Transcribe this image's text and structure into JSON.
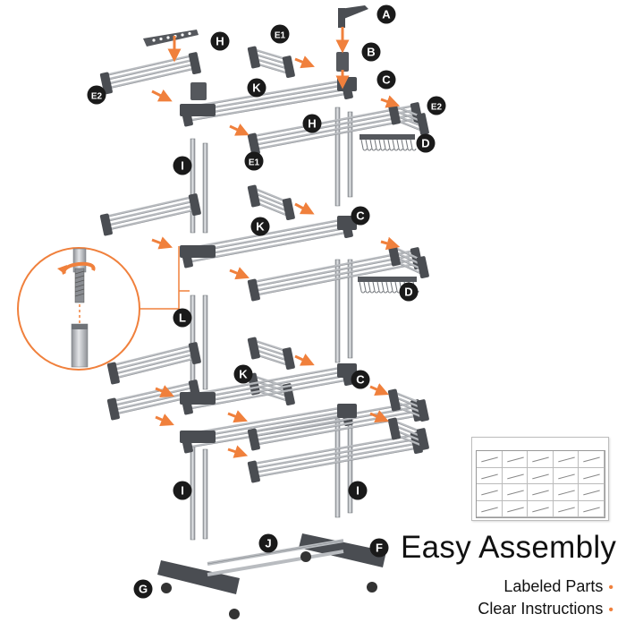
{
  "labels": {
    "A": "A",
    "B": "B",
    "C": "C",
    "D": "D",
    "E1": "E1",
    "E2": "E2",
    "F": "F",
    "G": "G",
    "H": "H",
    "I": "I",
    "J": "J",
    "K": "K",
    "L": "L"
  },
  "headline": "Easy Assembly",
  "features": [
    "Labeled Parts",
    "Clear Instructions"
  ],
  "colors": {
    "rod": "#b9bcc0",
    "rod_dark": "#7d8186",
    "plastic": "#4a4d52",
    "accent": "#f0803c",
    "badge": "#1a1a1a"
  },
  "icons": [
    "rotate-arrow-icon",
    "joint-detail-icon",
    "instruction-sheet-icon"
  ]
}
